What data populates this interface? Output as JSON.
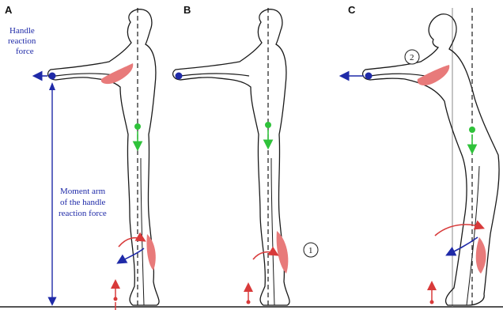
{
  "panels": [
    {
      "letter": "A"
    },
    {
      "letter": "B"
    },
    {
      "letter": "C"
    }
  ],
  "labels": {
    "handle_force": [
      "Handle",
      "reaction",
      "force"
    ],
    "moment_arm": [
      "Moment arm",
      "of the handle",
      "reaction force"
    ],
    "marker_1": "1",
    "marker_2": "2"
  },
  "colors": {
    "outline": "#1a1a1a",
    "blue": "#1f2aa8",
    "red": "#d83a3a",
    "muscle": "#e87a7a",
    "green": "#2fc23a",
    "ground": "#555555"
  }
}
